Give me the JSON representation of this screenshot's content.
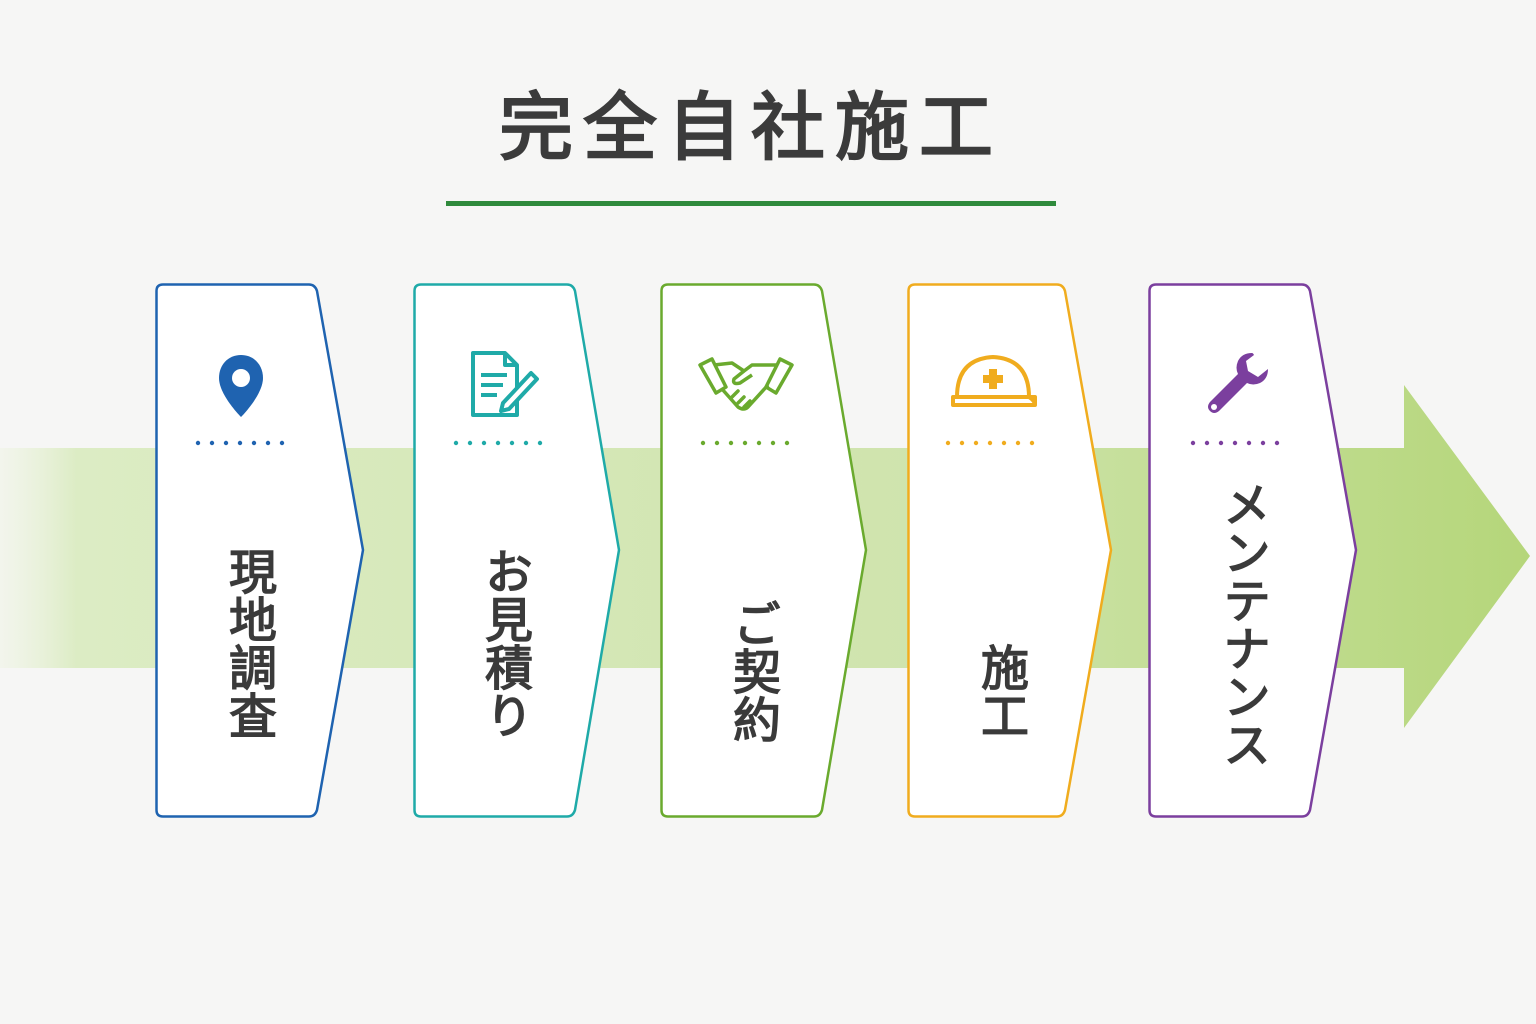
{
  "title": "完全自社施工",
  "colors": {
    "title_underline": "#2f8a3c",
    "flow_arrow": "#b5d67a"
  },
  "steps": [
    {
      "label": "現地調査",
      "icon": "location-pin-icon",
      "color": "#1f63b0"
    },
    {
      "label": "お見積り",
      "icon": "document-pen-icon",
      "color": "#1faaa8"
    },
    {
      "label": "ご契約",
      "icon": "handshake-icon",
      "color": "#6aaa2e"
    },
    {
      "label": "施工",
      "icon": "hard-hat-icon",
      "color": "#f0ac1e"
    },
    {
      "label": "メンテナンス",
      "icon": "wrench-icon",
      "color": "#7b3f9e"
    }
  ]
}
